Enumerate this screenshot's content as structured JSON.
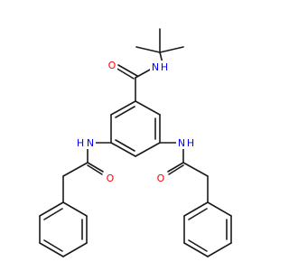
{
  "molecule": {
    "atom_labels": {
      "amide_top_o": "O",
      "amide_top_n": "N",
      "amide_top_h": "H",
      "left_nh": "N",
      "left_nh_h": "H",
      "left_o": "O",
      "right_nh": "N",
      "right_nh_h": "H",
      "right_o": "O"
    },
    "colors": {
      "bond": "#1a1a1a",
      "oxygen": "#ff0000",
      "nitrogen": "#0000ff"
    }
  }
}
